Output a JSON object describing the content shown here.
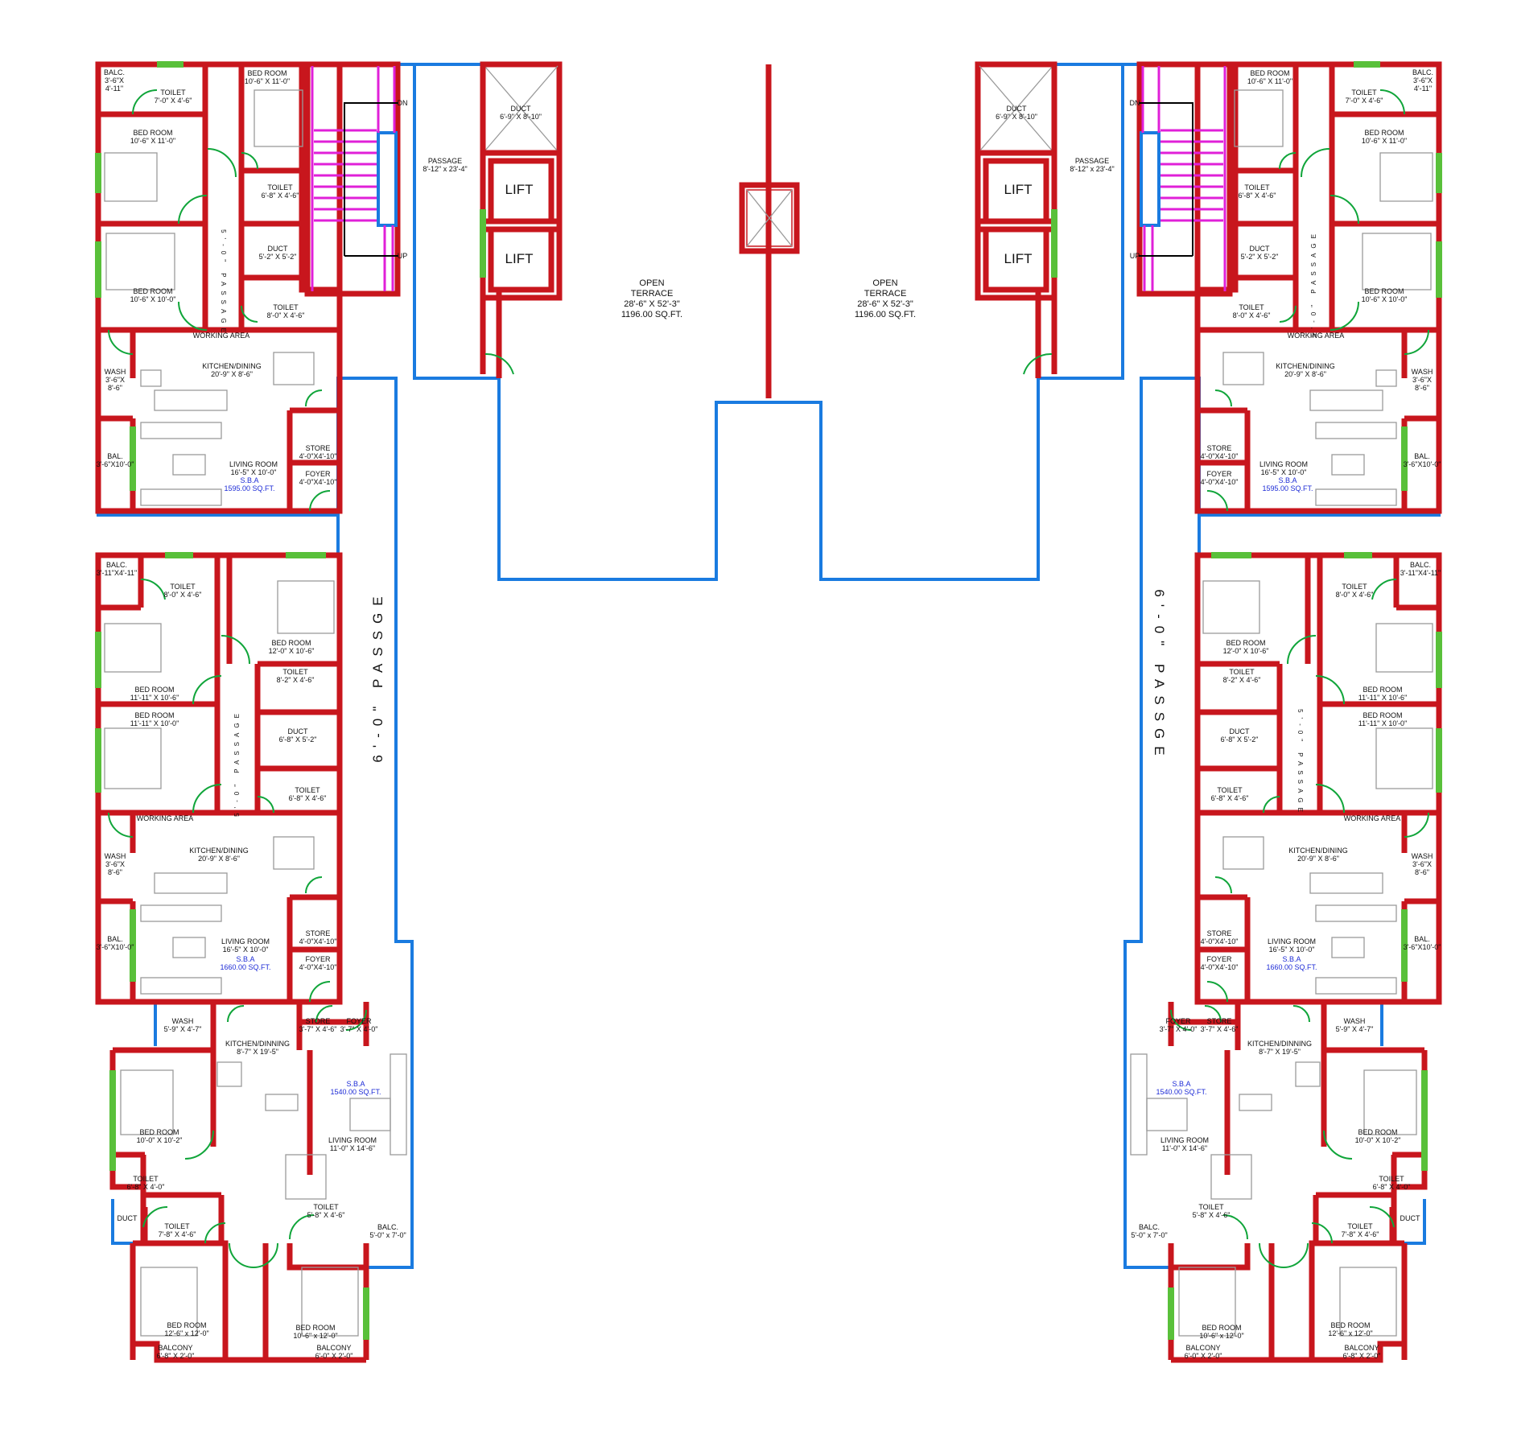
{
  "plan": {
    "colors": {
      "wall": "#c8161d",
      "outline": "#1a7be0",
      "window": "#59c03a",
      "door": "#10a53a",
      "stair": "#e020d8",
      "sba_text": "#1d2bd6"
    },
    "core": {
      "lift": "LIFT",
      "duct": [
        "DUCT",
        "6'-9\" X 8'-10\""
      ],
      "passage": [
        "PASSAGE",
        "8'-12\" x 23'-4\""
      ],
      "terrace": [
        "OPEN",
        "TERRACE",
        "28'-6\" X 52'-3\"",
        "1196.00 SQ.FT."
      ],
      "dn": "DN",
      "up": "UP"
    },
    "corridor": "6'-0\" PASSGE",
    "passage_5ft": "5'-0\" PASSAGE",
    "working_area": "WORKING AREA",
    "unit_a": {
      "toilet_top": [
        "TOILET",
        "7'-0\" X 4'-6\""
      ],
      "balc": [
        "BALC.",
        "3'-6\"X",
        "4'-11\""
      ],
      "bed_1": [
        "BED ROOM",
        "10'-6\" X 11'-0\""
      ],
      "bed_2": [
        "BED ROOM",
        "10'-6\" X 11'-0\""
      ],
      "bed_3": [
        "BED ROOM",
        "10'-6\" X 10'-0\""
      ],
      "toilet_1": [
        "TOILET",
        "6'-8\" X 4'-6\""
      ],
      "duct": [
        "DUCT",
        "5'-2\" X 5'-2\""
      ],
      "toilet_2": [
        "TOILET",
        "8'-0\" X 4'-6\""
      ],
      "wash": [
        "WASH",
        "3'-6\"X",
        "8'-6\""
      ],
      "kitchen": [
        "KITCHEN/DINING",
        "20'-9\" X 8'-6\""
      ],
      "bal": [
        "BAL.",
        "3'-6\"X10'-0\""
      ],
      "store": [
        "STORE",
        "4'-0\"X4'-10\""
      ],
      "foyer": [
        "FOYER",
        "4'-0\"X4'-10\""
      ],
      "living": [
        "LIVING ROOM",
        "16'-5\" X 10'-0\""
      ],
      "sba": [
        "S.B.A",
        "1595.00 SQ.FT."
      ]
    },
    "unit_b": {
      "balc": [
        "BALC.",
        "3'-11\"X4'-11\""
      ],
      "toilet_top": [
        "TOILET",
        "8'-0\" X 4'-6\""
      ],
      "bed_1": [
        "BED ROOM",
        "12'-0\" X 10'-6\""
      ],
      "bed_2": [
        "BED ROOM",
        "11'-11\" X 10'-6\""
      ],
      "bed_3": [
        "BED ROOM",
        "11'-11\" X 10'-0\""
      ],
      "toilet_1": [
        "TOILET",
        "8'-2\" X 4'-6\""
      ],
      "duct": [
        "DUCT",
        "6'-8\" X 5'-2\""
      ],
      "toilet_2": [
        "TOILET",
        "6'-8\" X 4'-6\""
      ],
      "wash": [
        "WASH",
        "3'-6\"X",
        "8'-6\""
      ],
      "kitchen": [
        "KITCHEN/DINING",
        "20'-9\" X 8'-6\""
      ],
      "bal": [
        "BAL.",
        "3'-6\"X10'-0\""
      ],
      "store": [
        "STORE",
        "4'-0\"X4'-10\""
      ],
      "foyer": [
        "FOYER",
        "4'-0\"X4'-10\""
      ],
      "living": [
        "LIVING ROOM",
        "16'-5\" X 10'-0\""
      ],
      "sba": [
        "S.B.A",
        "1660.00 SQ.FT."
      ]
    },
    "unit_c": {
      "wash": [
        "WASH",
        "5'-9\" X 4'-7\""
      ],
      "store": [
        "STORE",
        "3'-7\" X 4'-6\""
      ],
      "foyer": [
        "FOYER",
        "3'-7\" X 4'-0\""
      ],
      "kitchen": [
        "KITCHEN/DINNING",
        "8'-7\" X 19'-5\""
      ],
      "sba": [
        "S.B.A",
        "1540.00 SQ.FT."
      ],
      "bed_1": [
        "BED ROOM",
        "10'-0\" X 10'-2\""
      ],
      "living": [
        "LIVING ROOM",
        "11'-0\" X 14'-6\""
      ],
      "toilet_1": [
        "TOILET",
        "6'-8\" X 4'-0\""
      ],
      "toilet_2": [
        "TOILET",
        "5'-8\" X 4'-6\""
      ],
      "duct": "DUCT",
      "toilet_3": [
        "TOILET",
        "7'-8\" X 4'-6\""
      ],
      "balc": [
        "BALC.",
        "5'-0\" x 7'-0\""
      ],
      "bed_2": [
        "BED ROOM",
        "12'-6\" x 12'-0\""
      ],
      "bed_3": [
        "BED ROOM",
        "10'-6\" x 12'-0\""
      ],
      "balcony_1": [
        "BALCONY",
        "6'-8\" X 2'-0\""
      ],
      "balcony_2": [
        "BALCONY",
        "6'-0\" X 2'-0\""
      ],
      "balcony_3": [
        "BALCONY",
        "6'-0\" X 2'-0\""
      ]
    }
  }
}
